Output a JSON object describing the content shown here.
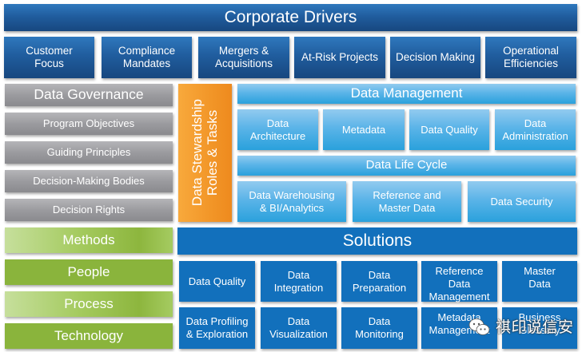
{
  "corporate_drivers": {
    "title": "Corporate Drivers",
    "items": [
      {
        "line1": "Customer",
        "line2": "Focus"
      },
      {
        "line1": "Compliance",
        "line2": "Mandates"
      },
      {
        "line1": "Mergers &",
        "line2": "Acquisitions"
      },
      {
        "line1": "At-Risk Projects",
        "line2": ""
      },
      {
        "line1": "Decision Making",
        "line2": ""
      },
      {
        "line1": "Operational",
        "line2": "Efficiencies"
      }
    ]
  },
  "data_governance": {
    "title": "Data Governance",
    "items": [
      "Program Objectives",
      "Guiding Principles",
      "Decision-Making Bodies",
      "Decision Rights"
    ]
  },
  "data_stewardship": {
    "line1": "Data Stewardship",
    "line2": "Roles & Tasks"
  },
  "data_management": {
    "title": "Data Management",
    "row1": [
      {
        "line1": "Data",
        "line2": "Architecture"
      },
      {
        "line1": "Metadata",
        "line2": ""
      },
      {
        "line1": "Data Quality",
        "line2": ""
      },
      {
        "line1": "Data",
        "line2": "Administration"
      }
    ],
    "lifecycle": "Data Life Cycle",
    "row2": [
      {
        "line1": "Data Warehousing",
        "line2": "& BI/Analytics"
      },
      {
        "line1": "Reference and",
        "line2": "Master Data"
      },
      {
        "line1": "Data Security",
        "line2": ""
      }
    ]
  },
  "methods": {
    "items": [
      "Methods",
      "People",
      "Process",
      "Technology"
    ]
  },
  "solutions": {
    "title": "Solutions",
    "row1": [
      {
        "line1": "Data Quality",
        "line2": ""
      },
      {
        "line1": "Data",
        "line2": "Integration"
      },
      {
        "line1": "Data",
        "line2": "Preparation"
      },
      {
        "line1": "Reference Data",
        "line2": "Management"
      },
      {
        "line1": "Master",
        "line2": "Data"
      }
    ],
    "row2": [
      {
        "line1": "Data Profiling",
        "line2": "& Exploration"
      },
      {
        "line1": "Data",
        "line2": "Visualization"
      },
      {
        "line1": "Data",
        "line2": "Monitoring"
      },
      {
        "line1": "Metadata",
        "line2": "Management"
      },
      {
        "line1": "Business",
        "line2": "Glossary"
      }
    ]
  },
  "watermark": {
    "icon": "wechat-icon",
    "text": "祺印说信安"
  },
  "colors": {
    "corporate_blue": "#205d9e",
    "governance_gray": "#9b9b9f",
    "stewardship_orange": "#f29628",
    "management_light_blue": "#5bb4e8",
    "methods_green": "#8ab43c",
    "solutions_blue": "#1270bc"
  }
}
